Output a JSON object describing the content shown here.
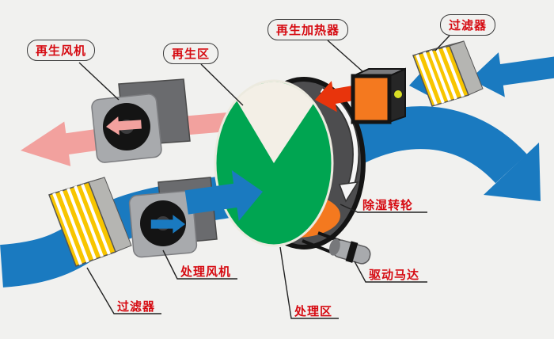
{
  "diagram": {
    "type": "desiccant-wheel-dehumidifier-schematic",
    "labels": {
      "regen_fan": "再生风机",
      "regen_zone": "再生区",
      "regen_heater": "再生加热器",
      "filter_top": "过滤器",
      "dehumid_wheel": "除湿转轮",
      "drive_motor": "驱动马达",
      "process_zone": "处理区",
      "process_fan": "处理风机",
      "filter_bottom": "过滤器"
    },
    "colors": {
      "process_air_blue": "#1a7ac0",
      "hot_air_red": "#e8340c",
      "moist_exhaust_pink": "#f2a19e",
      "wheel_green": "#00a551",
      "regen_sector_white": "#f3efe6",
      "heater_orange": "#f4791f",
      "filter_yellow": "#f7c500",
      "metal_gray": "#a8aaad",
      "label_red": "#d60b12",
      "background": "#f1f1ef"
    }
  }
}
